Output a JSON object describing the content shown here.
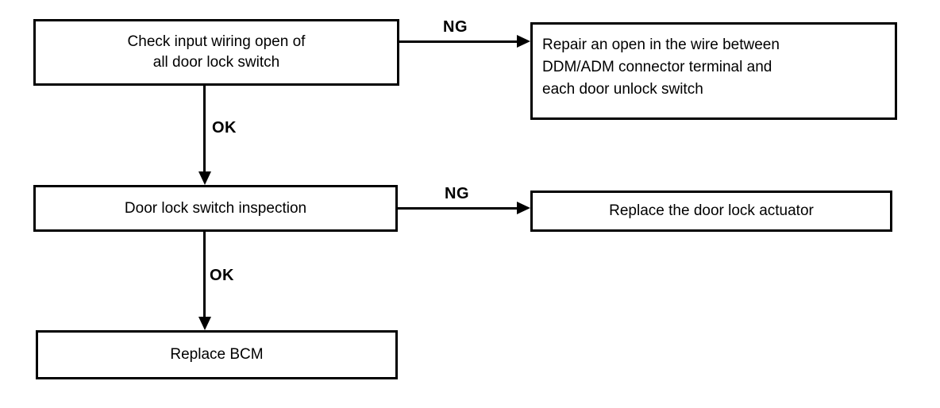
{
  "flowchart": {
    "colors": {
      "background": "#ffffff",
      "line": "#000000",
      "text": "#000000"
    },
    "boxes": {
      "check_wiring": [
        "Check input wiring open of",
        "all door lock switch"
      ],
      "repair_open": [
        "Repair an open in the wire between",
        "DDM/ADM connector terminal and",
        "each door unlock switch"
      ],
      "switch_inspection": [
        "Door lock switch inspection"
      ],
      "replace_actuator": [
        "Replace the door lock actuator"
      ],
      "replace_bcm": [
        "Replace BCM"
      ]
    },
    "edge_labels": {
      "ng_check_to_repair": "NG",
      "ok_check_to_inspection": "OK",
      "ng_inspection_to_actuator": "NG",
      "ok_inspection_to_bcm": "OK"
    }
  }
}
